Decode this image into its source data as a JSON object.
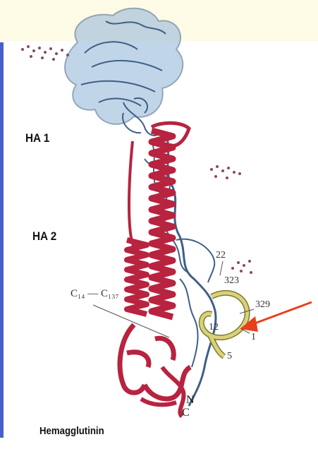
{
  "labels": {
    "ha1": "HA 1",
    "ha2": "HA 2",
    "caption": "Hemagglutinin",
    "cys_bridge": "C₁₄ — C₁₃₇",
    "n_term": "N",
    "c_term": "C",
    "res_22": "22",
    "res_323": "323",
    "res_329": "329",
    "res_12": "12",
    "res_1": "1",
    "res_5": "5"
  },
  "colors": {
    "ha1_blue": "#8fb4d8",
    "ha1_outline": "#3e5f86",
    "ha2_red": "#b8233f",
    "fusion_peptide_yellow": "#d9d27a",
    "arrow": "#e8401c",
    "top_band": "#fdfbe6",
    "left_band": "#4a5fc9"
  },
  "icons": {
    "arrow": "red-arrow-icon",
    "glycans": "carbohydrate-cluster-icon"
  }
}
